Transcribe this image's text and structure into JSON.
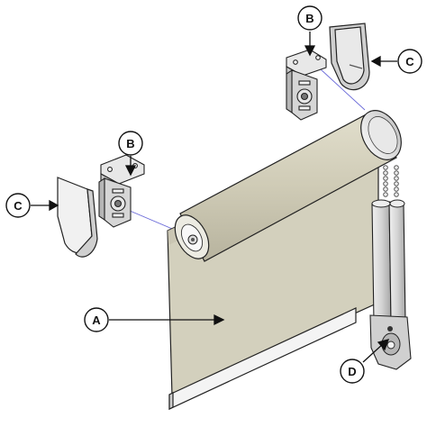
{
  "diagram": {
    "callouts": {
      "a": "A",
      "b": "B",
      "c": "C",
      "d": "D"
    },
    "colors": {
      "fabric": "#d3d0bd",
      "fabric_dark": "#bdb9a4",
      "metal": "#dcdcdc",
      "outline": "#222222",
      "guide_line": "#5a5ad6"
    }
  }
}
